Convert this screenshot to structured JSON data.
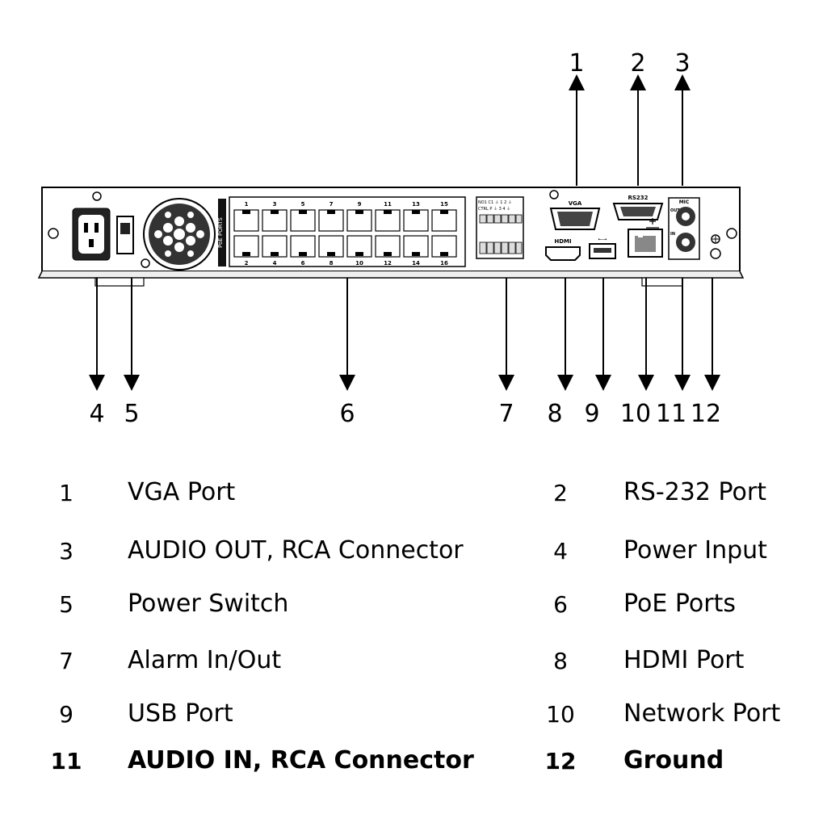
{
  "callouts": {
    "top": [
      "1",
      "2",
      "3"
    ],
    "bottom": [
      "4",
      "5",
      "6",
      "7",
      "8",
      "9",
      "10",
      "11",
      "12"
    ]
  },
  "panel": {
    "poe_title": "PoE PORTS",
    "poe_top_numbers": [
      "1",
      "3",
      "5",
      "7",
      "9",
      "11",
      "13",
      "15"
    ],
    "poe_bottom_numbers": [
      "2",
      "4",
      "6",
      "8",
      "10",
      "12",
      "14",
      "16"
    ],
    "alarm_row1": "NO1 C1 ⏚ 1 2 ⏚",
    "alarm_row2": "CTRL P ⏚ 3 4 ⏚",
    "vga": "VGA",
    "rs232": "RS232",
    "hdmi": "HDMI",
    "usb": "⭠⭢",
    "mic": "MIC",
    "out": "OUT",
    "in": "IN"
  },
  "legend": [
    {
      "num": "1",
      "label": "VGA Port"
    },
    {
      "num": "2",
      "label": "RS-232 Port"
    },
    {
      "num": "3",
      "label": "AUDIO OUT, RCA Connector"
    },
    {
      "num": "4",
      "label": "Power Input"
    },
    {
      "num": "5",
      "label": "Power Switch"
    },
    {
      "num": "6",
      "label": "PoE Ports"
    },
    {
      "num": "7",
      "label": "Alarm In/Out"
    },
    {
      "num": "8",
      "label": "HDMI Port"
    },
    {
      "num": "9",
      "label": "USB Port"
    },
    {
      "num": "10",
      "label": "Network Port"
    },
    {
      "num": "11",
      "label": "AUDIO IN, RCA Connector"
    },
    {
      "num": "12",
      "label": "Ground"
    }
  ]
}
